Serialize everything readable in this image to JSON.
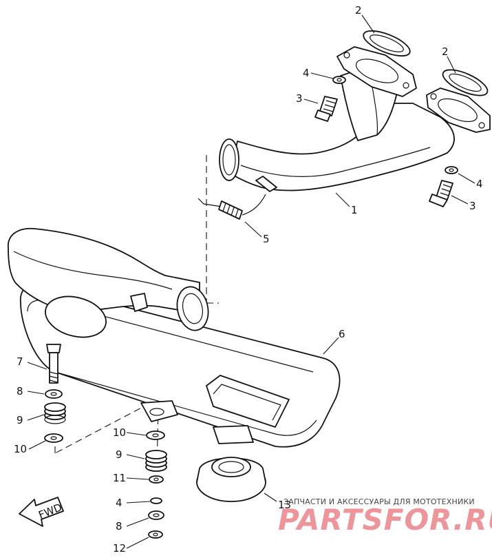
{
  "callouts": [
    {
      "id": "c1",
      "text": "2"
    },
    {
      "id": "c2",
      "text": "2"
    },
    {
      "id": "c3",
      "text": "4"
    },
    {
      "id": "c4",
      "text": "3"
    },
    {
      "id": "c5",
      "text": "4"
    },
    {
      "id": "c6",
      "text": "3"
    },
    {
      "id": "c7",
      "text": "1"
    },
    {
      "id": "c8",
      "text": "5"
    },
    {
      "id": "c9",
      "text": "6"
    },
    {
      "id": "c10",
      "text": "7"
    },
    {
      "id": "c11",
      "text": "8"
    },
    {
      "id": "c12",
      "text": "9"
    },
    {
      "id": "c13",
      "text": "10"
    },
    {
      "id": "c14",
      "text": "10"
    },
    {
      "id": "c15",
      "text": "9"
    },
    {
      "id": "c16",
      "text": "11"
    },
    {
      "id": "c17",
      "text": "4"
    },
    {
      "id": "c18",
      "text": "8"
    },
    {
      "id": "c19",
      "text": "12"
    },
    {
      "id": "c20",
      "text": "13"
    }
  ],
  "direction_label": "FWD",
  "watermark": {
    "caption": "ЗАПЧАСТИ И АКСЕССУАРЫ ДЛЯ МОТОТЕХНИКИ",
    "brand": "PARTSFOR.RU",
    "color": "#e0404a"
  }
}
